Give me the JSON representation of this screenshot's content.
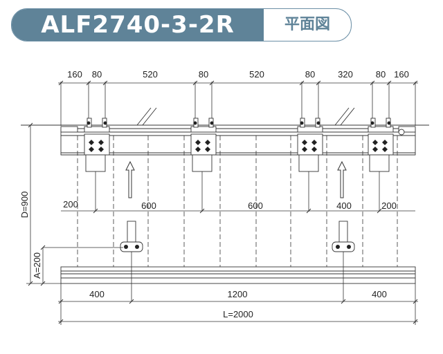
{
  "header": {
    "model": "ALF2740-3-2R",
    "view": "平面図"
  },
  "dimensions": {
    "top": [
      "160",
      "80",
      "520",
      "80",
      "520",
      "80",
      "320",
      "80",
      "160"
    ],
    "middle": [
      "200",
      "600",
      "600",
      "400",
      "200"
    ],
    "bottom": [
      "400",
      "1200",
      "400"
    ],
    "total": "L=2000",
    "depth": "D=900",
    "a": "A=200"
  },
  "colors": {
    "header_fill": "#5f8398",
    "line": "#333333"
  }
}
